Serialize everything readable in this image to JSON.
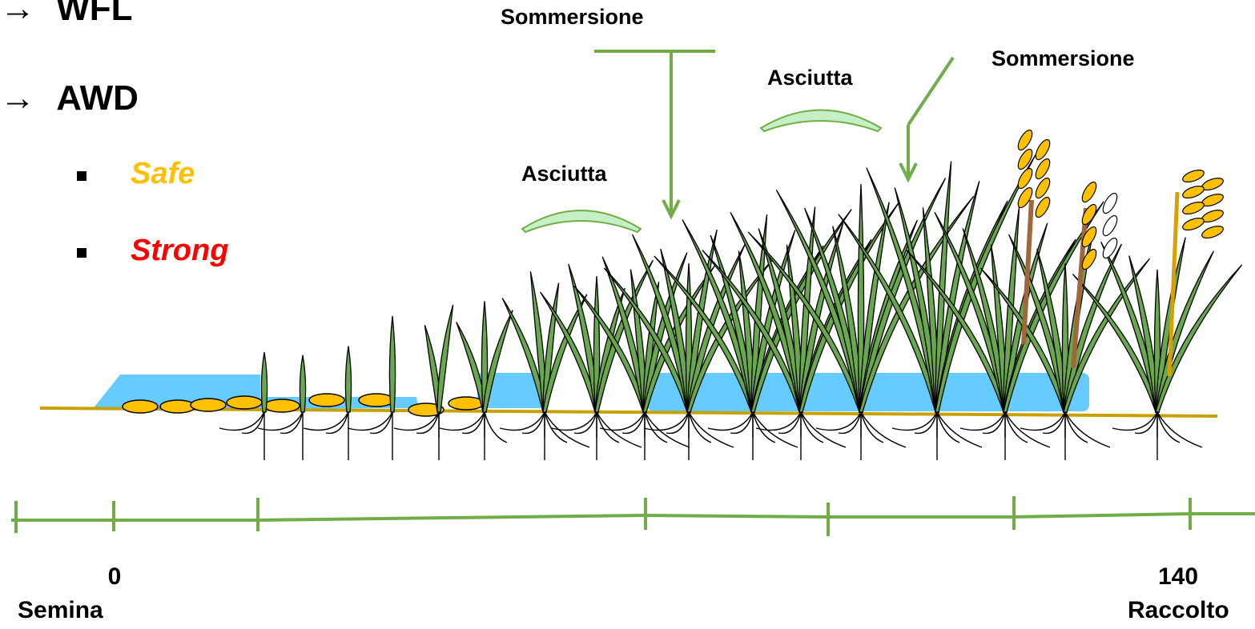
{
  "methods": [
    {
      "arrow": "→",
      "label": "WFL"
    },
    {
      "arrow": "→",
      "label": "AWD"
    }
  ],
  "awd_options": [
    {
      "label": "Safe",
      "color": "#ffc000"
    },
    {
      "label": "Strong",
      "color": "#ff0000"
    }
  ],
  "phases": {
    "sommersione_1": "Sommersione",
    "asciutta_1": "Asciutta",
    "asciutta_2": "Asciutta",
    "sommersione_2": "Sommersione"
  },
  "timeline": {
    "start_value": "0",
    "start_label": "Semina",
    "end_value": "140",
    "end_label": "Raccolto"
  },
  "colors": {
    "water": "#66ccff",
    "soil": "#c8a000",
    "arrow_green": "#70ad47",
    "plant_green": "#6aa84f",
    "grain_yellow": "#ffc000",
    "stalk_brown": "#a0683a"
  }
}
